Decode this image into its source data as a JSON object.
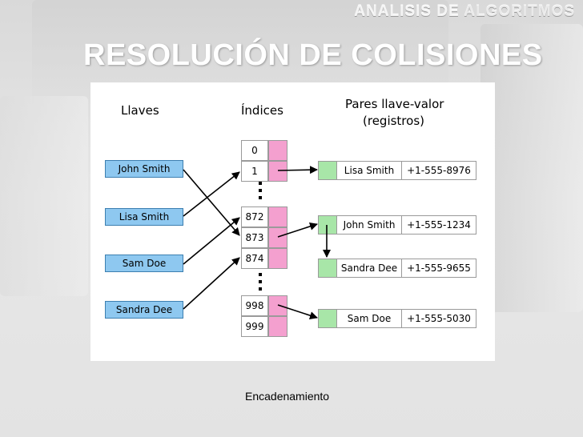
{
  "header": {
    "brand_prefix": "ANALISIS DE ",
    "brand_main": "ALGORITMOS",
    "title": "RESOLUCIÓN DE COLISIONES"
  },
  "diagram": {
    "keys_header": "Llaves",
    "indices_header": "Índices",
    "pairs_header_line1": "Pares llave-valor",
    "pairs_header_line2": "(registros)",
    "keys": [
      "John Smith",
      "Lisa Smith",
      "Sam Doe",
      "Sandra Dee"
    ],
    "indices": [
      "0",
      "1",
      "872",
      "873",
      "874",
      "998",
      "999"
    ],
    "records": [
      {
        "name": "Lisa Smith",
        "phone": "+1-555-8976"
      },
      {
        "name": "John Smith",
        "phone": "+1-555-1234"
      },
      {
        "name": "Sandra Dee",
        "phone": "+1-555-9655"
      },
      {
        "name": "Sam Doe",
        "phone": "+1-555-5030"
      }
    ],
    "colors": {
      "key_fill": "#8ec8f0",
      "slot_fill": "#f4a0cf",
      "record_lead_fill": "#a8e6a8"
    }
  },
  "caption": "Encadenamiento"
}
